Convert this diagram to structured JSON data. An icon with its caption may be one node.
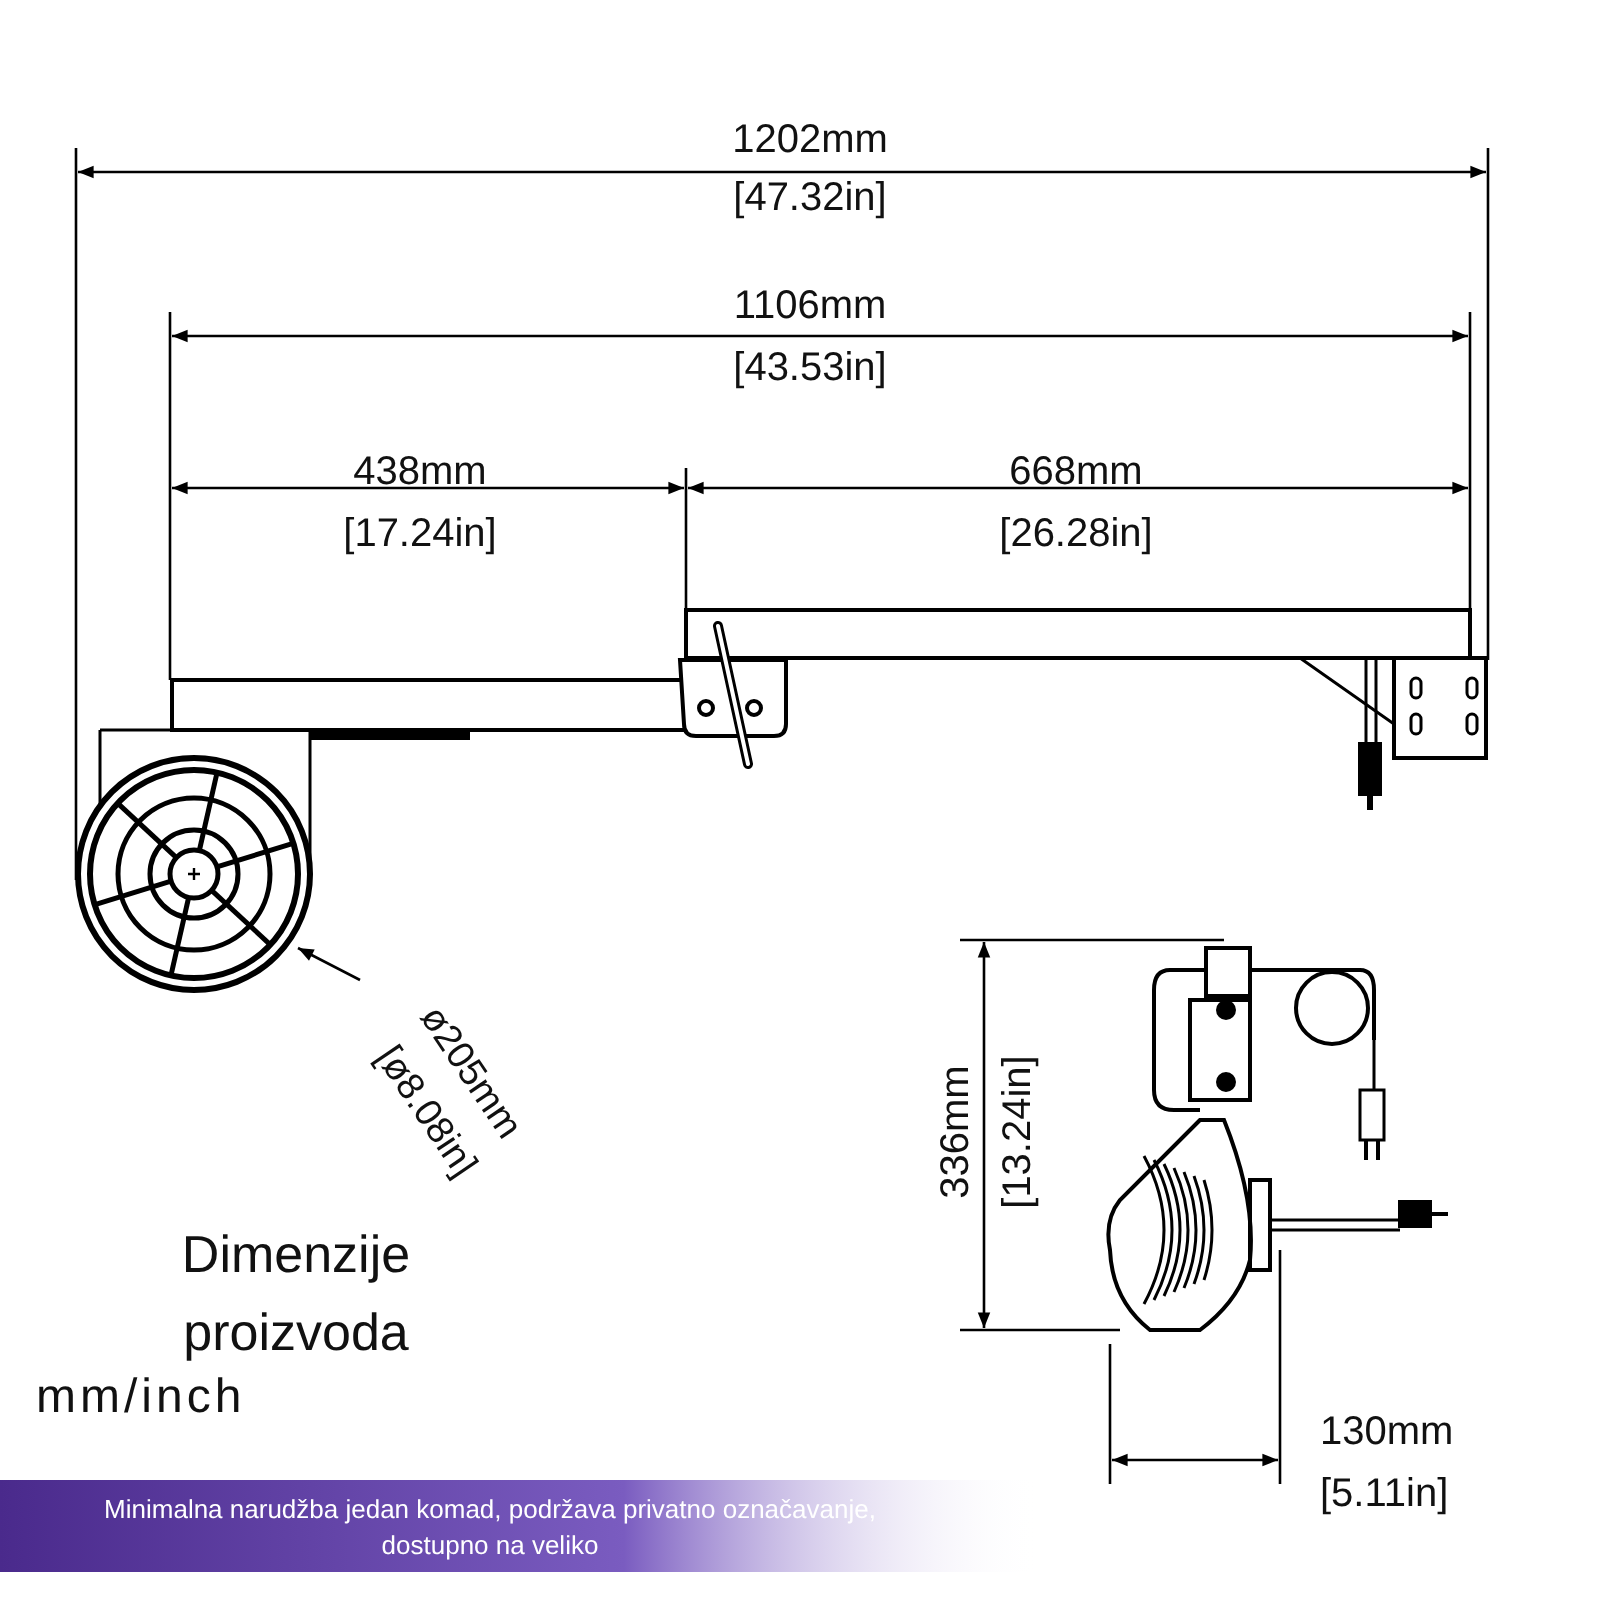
{
  "diagram": {
    "labels": [
      "1202mm",
      "[47.32in]",
      "1106mm",
      "[43.53in]",
      "438mm",
      "[17.24in]",
      "668mm",
      "[26.28in]",
      "ø205mm",
      "[ø8.08in]",
      "336mm",
      "[13.24in]",
      "Dimenzije proizvoda",
      "mm/inch",
      "130mm",
      "[5.11in]",
      "Minimalna narudžba jedan komad, podržava privatno označavanje, dostupno na veliko"
    ]
  }
}
